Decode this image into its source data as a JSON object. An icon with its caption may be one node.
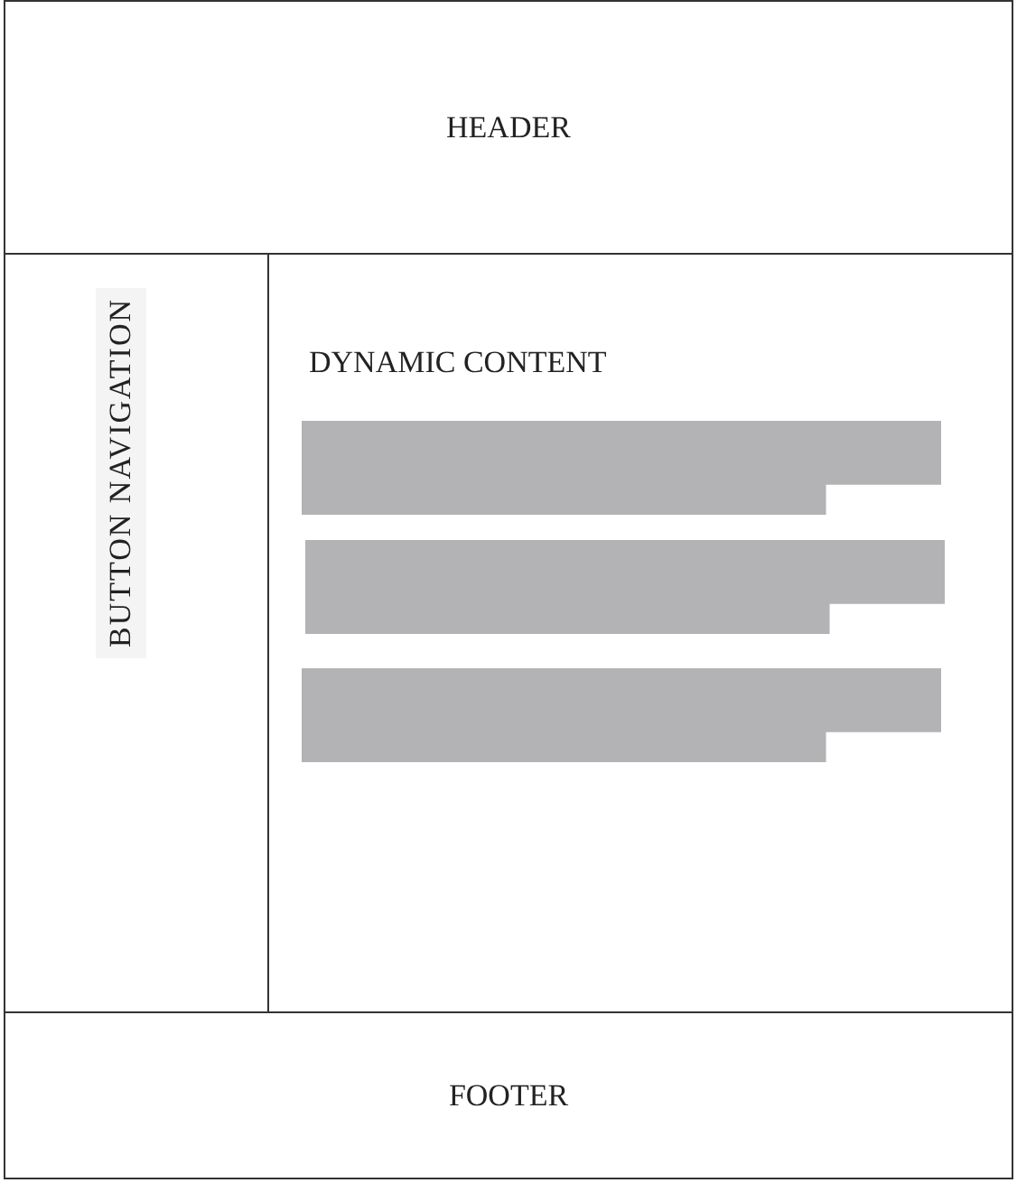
{
  "diagram": {
    "nodes": [
      {
        "text": [
          "HEADER"
        ]
      },
      {
        "text": [
          "BUTTON NAVIGATION"
        ]
      },
      {
        "text": [
          "DYNAMIC CONTENT"
        ]
      },
      {
        "text": [],
        "shape": "bar",
        "in": 2
      },
      {
        "text": [],
        "shape": "bar",
        "in": 2
      },
      {
        "text": [],
        "shape": "bar",
        "in": 2
      },
      {
        "text": [
          "FOOTER"
        ]
      }
    ]
  }
}
